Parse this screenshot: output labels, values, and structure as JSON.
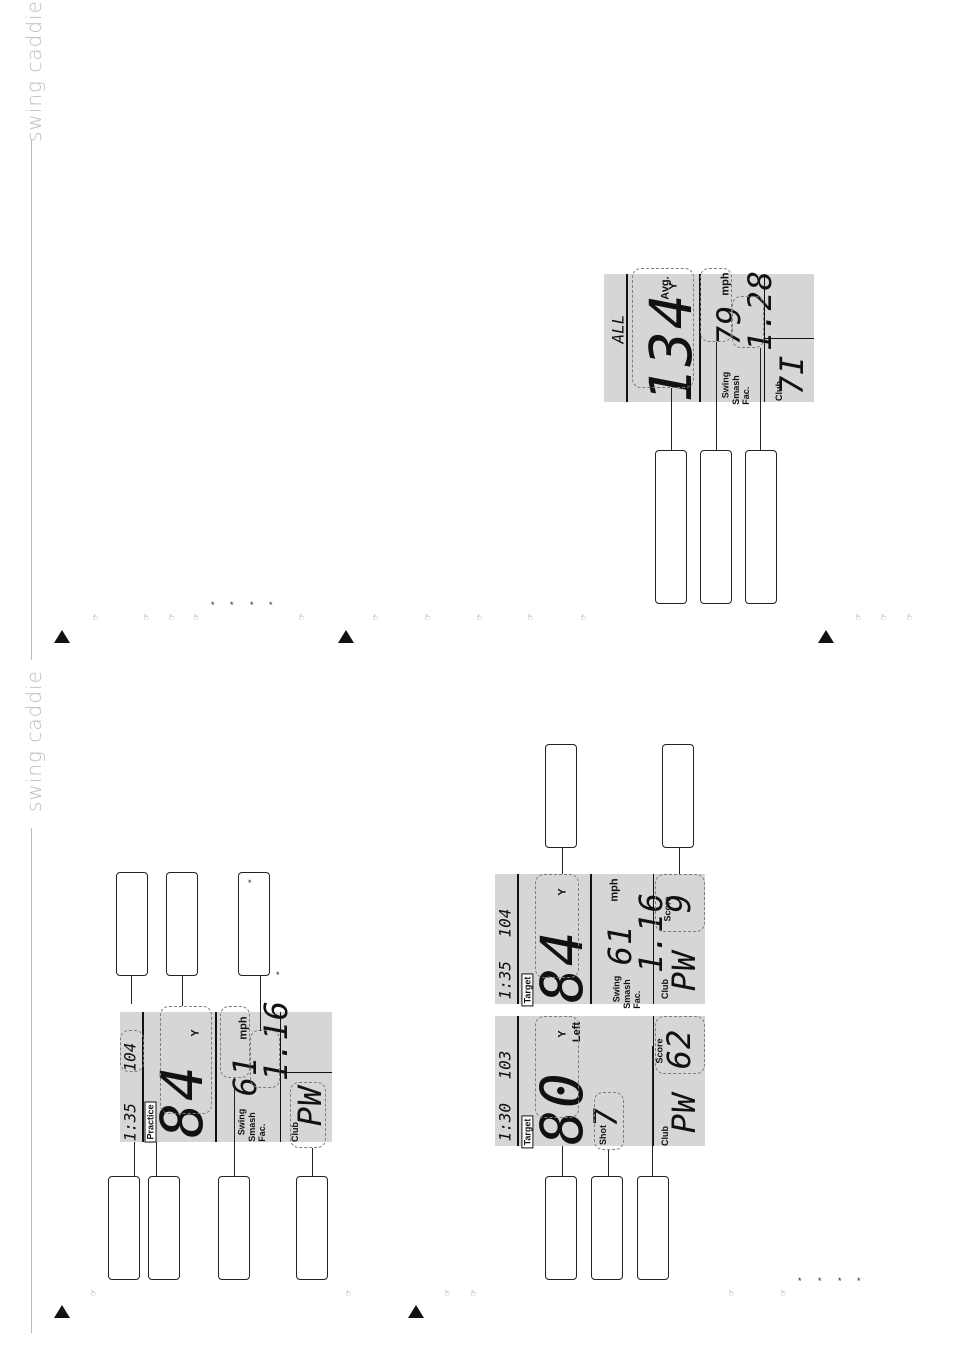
{
  "brand": "swing caddie",
  "notes": [
    "☞"
  ],
  "asterisk": "*",
  "screen_practice": {
    "time": "1:35",
    "count": "104",
    "mode": "Practice",
    "distance": "84",
    "distance_unit": "Y",
    "swing_label": "Swing",
    "smash_label": "Smash\nFac.",
    "speed": "61",
    "speed_unit": "mph",
    "smash": "1.16",
    "club_label": "Club",
    "club": "PW"
  },
  "screen_target_a": {
    "time": "1:30",
    "count": "103",
    "mode": "Target",
    "distance": "80",
    "distance_unit": "Y",
    "direction": "Left",
    "shot_label": "Shot",
    "shot": "7",
    "score_label": "Score",
    "score": "62",
    "club_label": "Club",
    "club": "PW"
  },
  "screen_target_b": {
    "time": "1:35",
    "count": "104",
    "mode": "Target",
    "distance": "84",
    "distance_unit": "Y",
    "swing_label": "Swing",
    "smash_label": "Smash\nFac.",
    "speed": "61",
    "speed_unit": "mph",
    "smash": "1.16",
    "score_label": "Score",
    "score": "9",
    "club_label": "Club",
    "club": "PW"
  },
  "screen_avg": {
    "mode": "ALL",
    "distance": "134",
    "distance_label": "Avg.",
    "distance_unit": "Y",
    "swing_label": "Swing",
    "smash_label": "Smash\nFac.",
    "speed": "79",
    "speed_unit": "mph",
    "smash": "1.28",
    "club_label": "Club",
    "club": "7I"
  }
}
